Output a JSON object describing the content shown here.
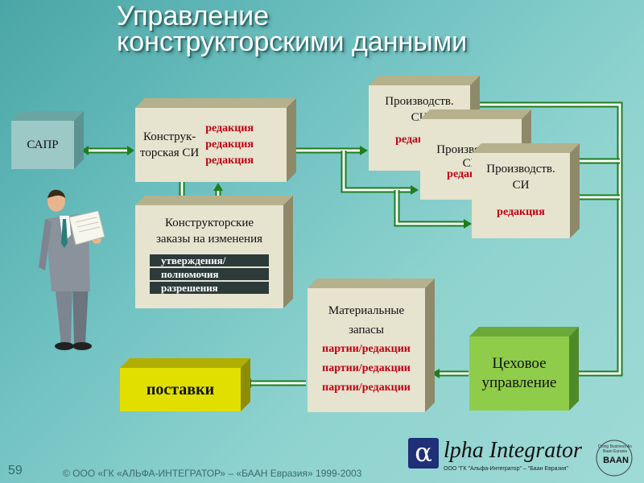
{
  "title": {
    "line1": "Управление",
    "line2": "конструкторскими данными"
  },
  "sapr": "САПР",
  "design_si": {
    "line1": "Конструк-",
    "line2": "торская СИ",
    "editions": [
      "редакция",
      "редакция",
      "редакция"
    ]
  },
  "change_orders": {
    "line1": "Конструкторские",
    "line2": "заказы на изменения",
    "bars": [
      "утверждения/",
      "полномочия",
      "разрешения"
    ]
  },
  "prod_si_1": {
    "line1": "Производств.",
    "line2": "СИ",
    "edition": "редакция"
  },
  "prod_si_2": {
    "line1": "Производств.",
    "line2": "СИ",
    "edition": "редакция"
  },
  "prod_si_3": {
    "line1": "Производств.",
    "line2": "СИ",
    "edition": "редакция"
  },
  "materials": {
    "line1": "Материальные",
    "line2": "запасы",
    "batches": [
      "партии/редакции",
      "партии/редакции",
      "партии/редакции"
    ]
  },
  "shop_control": {
    "line1": "Цеховое",
    "line2": "управление"
  },
  "supply": "поставки",
  "logo": {
    "alpha": "α",
    "name": "lpha Integrator",
    "subtitle": "ООО \"ГК \"Альфа-Интегратор\" – \"Баан Евразия\"",
    "baan_tagline": "Doing Business As Baan Eurasia",
    "baan": "BAAN"
  },
  "footer": "© ООО «ГК «АЛЬФА-ИНТЕГРАТОР» – «БААН Евразия» 1999-2003",
  "page_number": "59",
  "colors": {
    "block_face": "#e6e3cf",
    "block_top": "#b5b18c",
    "block_side": "#8e8a69",
    "sapr_face": "#9cc8c6",
    "green_face": "#8fcc4a",
    "yellow_face": "#e1df00",
    "arrow_fill": "#ffffff",
    "arrow_stroke": "#1e7d1e",
    "edition_red": "#c00010"
  }
}
